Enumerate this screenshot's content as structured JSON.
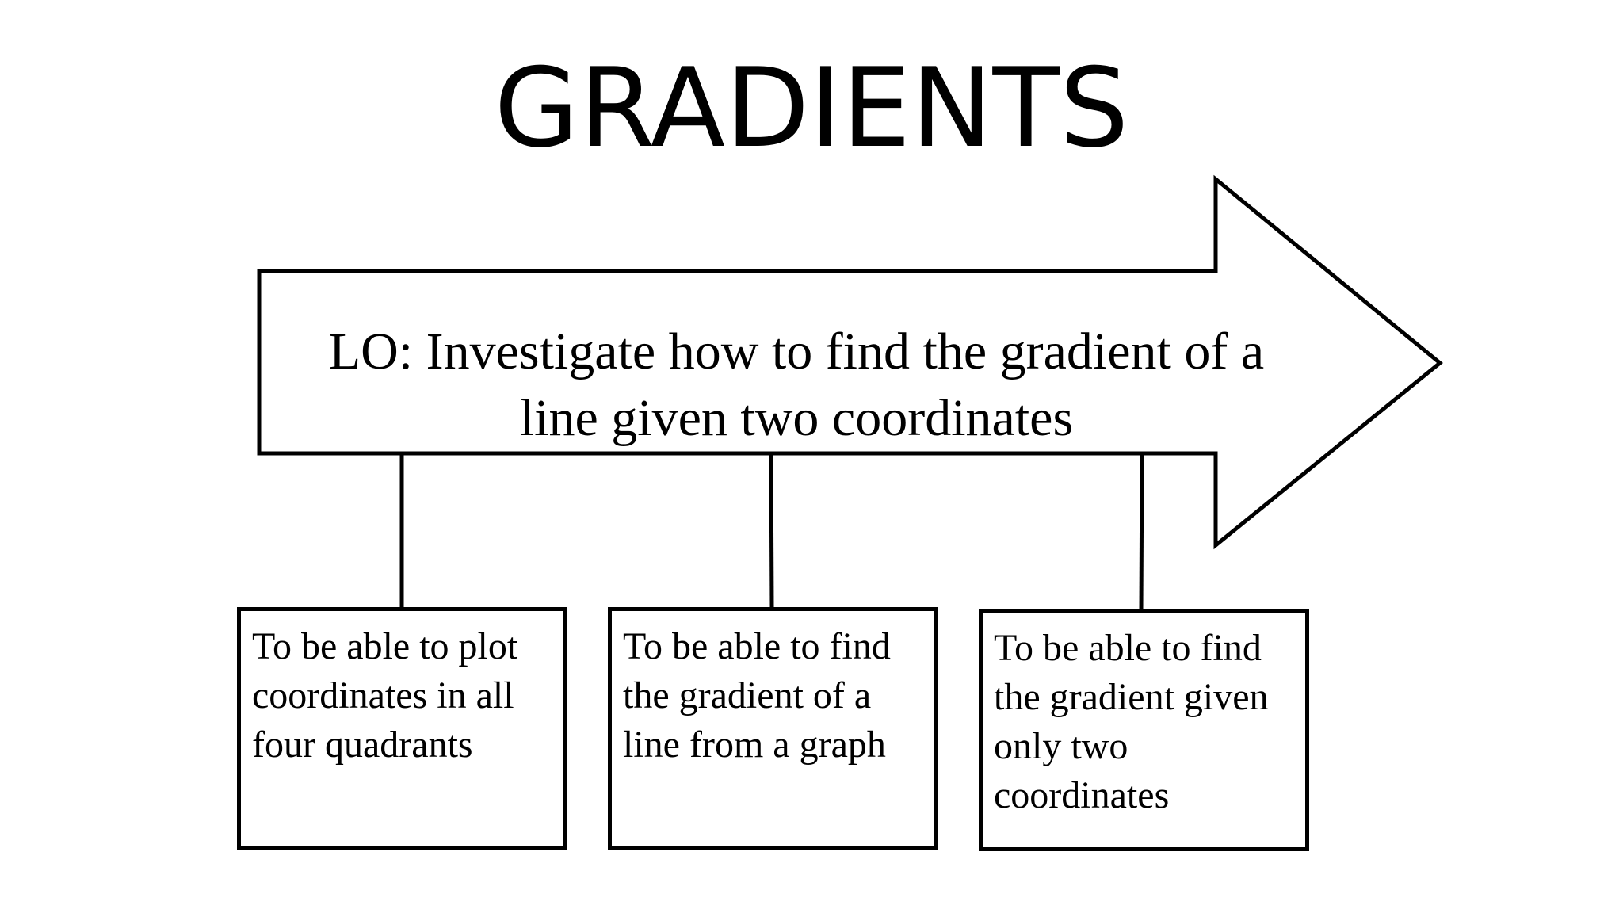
{
  "title": "GRADIENTS",
  "objective": {
    "line1": "LO: Investigate how to find the gradient of a",
    "line2": "line given two coordinates"
  },
  "steps": [
    {
      "lines": [
        "To be able to plot",
        "coordinates in all",
        "four quadrants"
      ]
    },
    {
      "lines": [
        "To be able to find",
        "the gradient of a",
        "line from a graph"
      ]
    },
    {
      "lines": [
        "To be able to find",
        "the gradient given",
        "only two",
        "coordinates"
      ]
    }
  ]
}
